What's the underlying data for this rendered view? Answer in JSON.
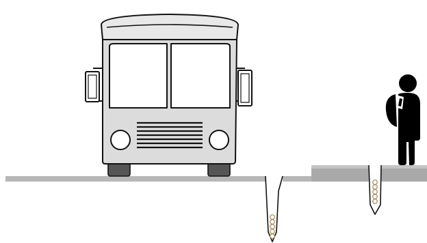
{
  "scene": {
    "objects": [
      {
        "id": "bus",
        "icon": "bus-front-icon"
      },
      {
        "id": "pedestrian",
        "icon": "person-with-backpack-icon"
      },
      {
        "id": "road-crack",
        "icon": "crack-with-stacked-circles"
      },
      {
        "id": "platform-crack",
        "icon": "crack-with-stacked-circles"
      }
    ],
    "colors": {
      "outline": "#111111",
      "bus_body": "#dcdcdc",
      "bus_roof": "#e8e8e8",
      "windshield": "#ffffff",
      "tire": "#555555",
      "road": "#b7b7b7",
      "platform": "#a9a9a9",
      "pedestrian": "#000000"
    }
  }
}
